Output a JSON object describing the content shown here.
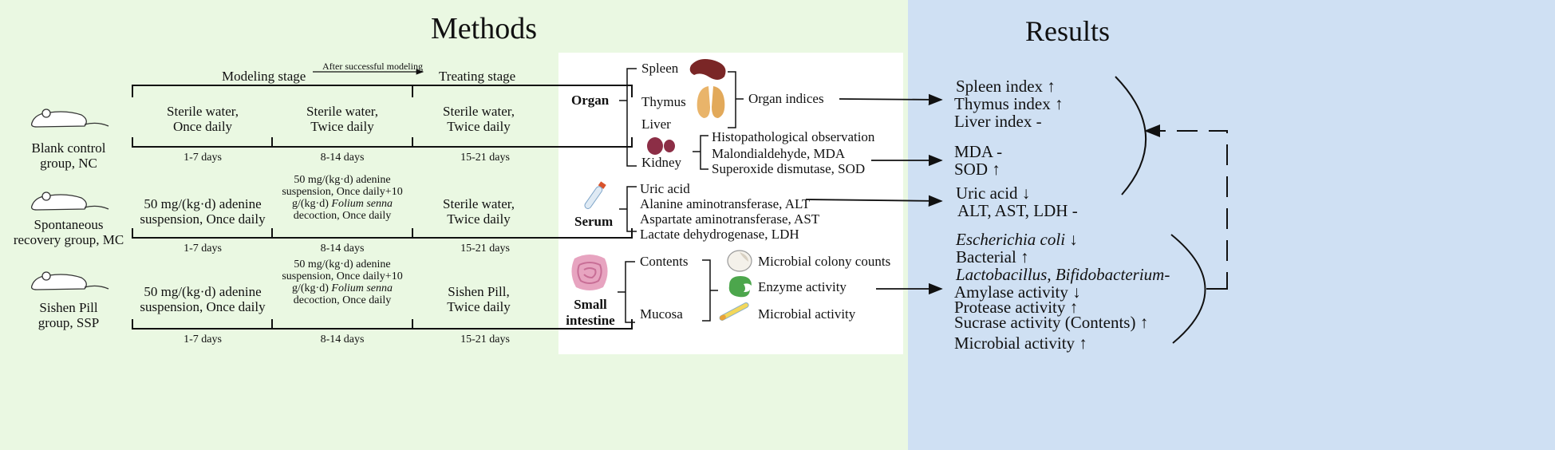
{
  "panels": {
    "methods_title": "Methods",
    "results_title": "Results",
    "methods_bg": "#eaf8e2",
    "results_bg": "#cfe0f3"
  },
  "timeline": {
    "modeling_stage": "Modeling stage",
    "after_modeling": "After successful modeling",
    "treating_stage": "Treating stage"
  },
  "groups": [
    {
      "name_line1": "Blank control",
      "name_line2": "group, NC",
      "stage1": [
        "Sterile water,",
        "Once daily"
      ],
      "stage2": [
        "Sterile water,",
        "Twice daily"
      ],
      "stage3": [
        "Sterile water,",
        "Twice daily"
      ],
      "days": [
        "1-7 days",
        "8-14 days",
        "15-21 days"
      ]
    },
    {
      "name_line1": "Spontaneous",
      "name_line2": "recovery group, MC",
      "stage1": [
        "50 mg/(kg·d) adenine",
        "suspension, Once daily"
      ],
      "stage2": [
        "50 mg/(kg·d) adenine",
        "suspension, Once daily+10",
        "g/(kg·d) ",
        "Folium senna",
        "decoction, Once daily"
      ],
      "stage3": [
        "Sterile water,",
        "Twice daily"
      ],
      "days": [
        "1-7 days",
        "8-14 days",
        "15-21 days"
      ]
    },
    {
      "name_line1": "Sishen Pill",
      "name_line2": "group, SSP",
      "stage1": [
        "50 mg/(kg·d) adenine",
        "suspension, Once daily"
      ],
      "stage2": [
        "50 mg/(kg·d) adenine",
        "suspension, Once daily+10",
        "g/(kg·d) ",
        "Folium senna",
        "decoction, Once daily"
      ],
      "stage3": [
        "Sishen Pill,",
        "Twice daily"
      ],
      "days": [
        "1-7 days",
        "8-14 days",
        "15-21 days"
      ]
    }
  ],
  "samples": {
    "organ": "Organ",
    "spleen": "Spleen",
    "thymus": "Thymus",
    "liver": "Liver",
    "kidney": "Kidney",
    "organ_indices": "Organ indices",
    "kidney_items": [
      "Histopathological observation",
      "Malondialdehyde, MDA",
      "Superoxide dismutase, SOD"
    ],
    "serum": "Serum",
    "serum_items": [
      "Uric acid",
      "Alanine aminotransferase, ALT",
      "Aspartate aminotransferase, AST",
      "Lactate dehydrogenase, LDH"
    ],
    "small_intestine": [
      "Small",
      "intestine"
    ],
    "contents": "Contents",
    "mucosa": "Mucosa",
    "intestine_items": [
      "Microbial colony counts",
      "Enzyme activity",
      "Microbial activity"
    ]
  },
  "results": {
    "organ_results": [
      "Spleen index ↑",
      "Thymus index ↑",
      "Liver index -"
    ],
    "oxidative_results": [
      "MDA -",
      "SOD ↑"
    ],
    "serum_results": [
      "Uric acid ↓",
      "ALT, AST, LDH -"
    ],
    "micro_results": [
      {
        "italic": "Escherichia coli",
        "rest": " ↓"
      },
      {
        "italic": "",
        "rest": "Bacterial  ↑"
      },
      {
        "italic": "Lactobacillus",
        "rest": ", ",
        "italic2": "Bifidobacterium",
        "rest2": "-"
      }
    ],
    "enzyme_results": [
      "Amylase activity ↓",
      "Protease  activity ↑",
      "Sucrase activity (Contents) ↑",
      "Microbial activity ↑"
    ]
  }
}
